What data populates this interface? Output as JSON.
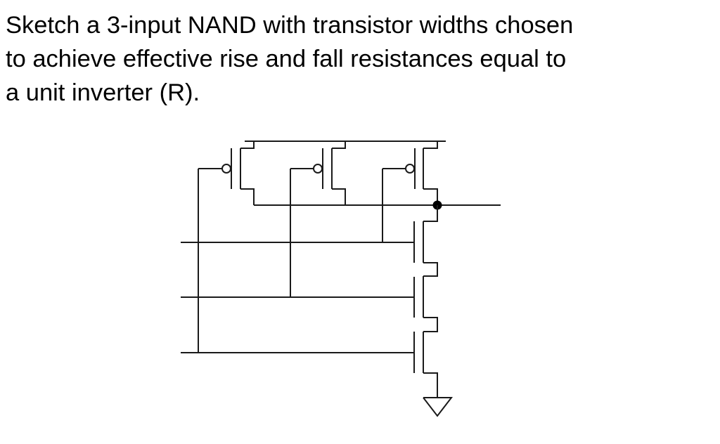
{
  "problem": {
    "lines": [
      "Sketch a 3-input NAND with transistor widths chosen",
      "to achieve effective rise and fall resistances equal to",
      "a unit inverter (R)."
    ]
  },
  "diagram": {
    "type": "3-input NAND schematic",
    "pmos_count": 3,
    "nmos_count": 3,
    "colors": {
      "stroke": "#1a1a1a",
      "background": "#ffffff"
    }
  }
}
